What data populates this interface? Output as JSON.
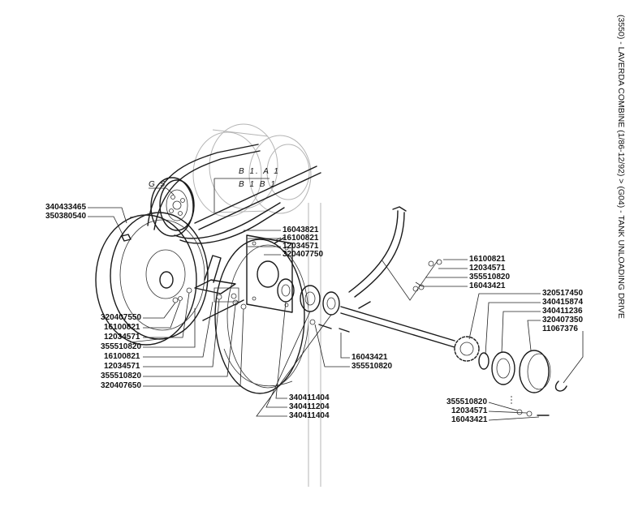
{
  "title": "(3550) - LAVERDA COMBINE (1/86-12/92) > (G04) - TANK UNLOADING DRIVE",
  "drawing_labels": {
    "b1a1": "B 1. A 1",
    "b1b1": "B 1 B 1",
    "g5": "G 5"
  },
  "parts": {
    "p340433465": "340433465",
    "p350380540": "350380540",
    "p16043821": "16043821",
    "p16100821_a": "16100821",
    "p12034571_a": "12034571",
    "p320407750": "320407750",
    "p16100821_r": "16100821",
    "p12034571_r": "12034571",
    "p355510820_r": "355510820",
    "p16043421_r": "16043421",
    "p320517450": "320517450",
    "p340415874": "340415874",
    "p340411236": "340411236",
    "p320407350": "320407350",
    "p11067376": "11067376",
    "p16043421_c": "16043421",
    "p355510820_c": "355510820",
    "p320407550": "320407550",
    "p16100821_l1": "16100821",
    "p12034571_l1": "12034571",
    "p355510820_l1": "355510820",
    "p16100821_l2": "16100821",
    "p12034571_l2": "12034571",
    "p355510820_l2": "355510820",
    "p320407650": "320407650",
    "p340411404_a": "340411404",
    "p340411204": "340411204",
    "p340411404_b": "340411404",
    "p355510820_b": "355510820",
    "p12034571_b": "12034571",
    "p16043421_b": "16043421"
  }
}
